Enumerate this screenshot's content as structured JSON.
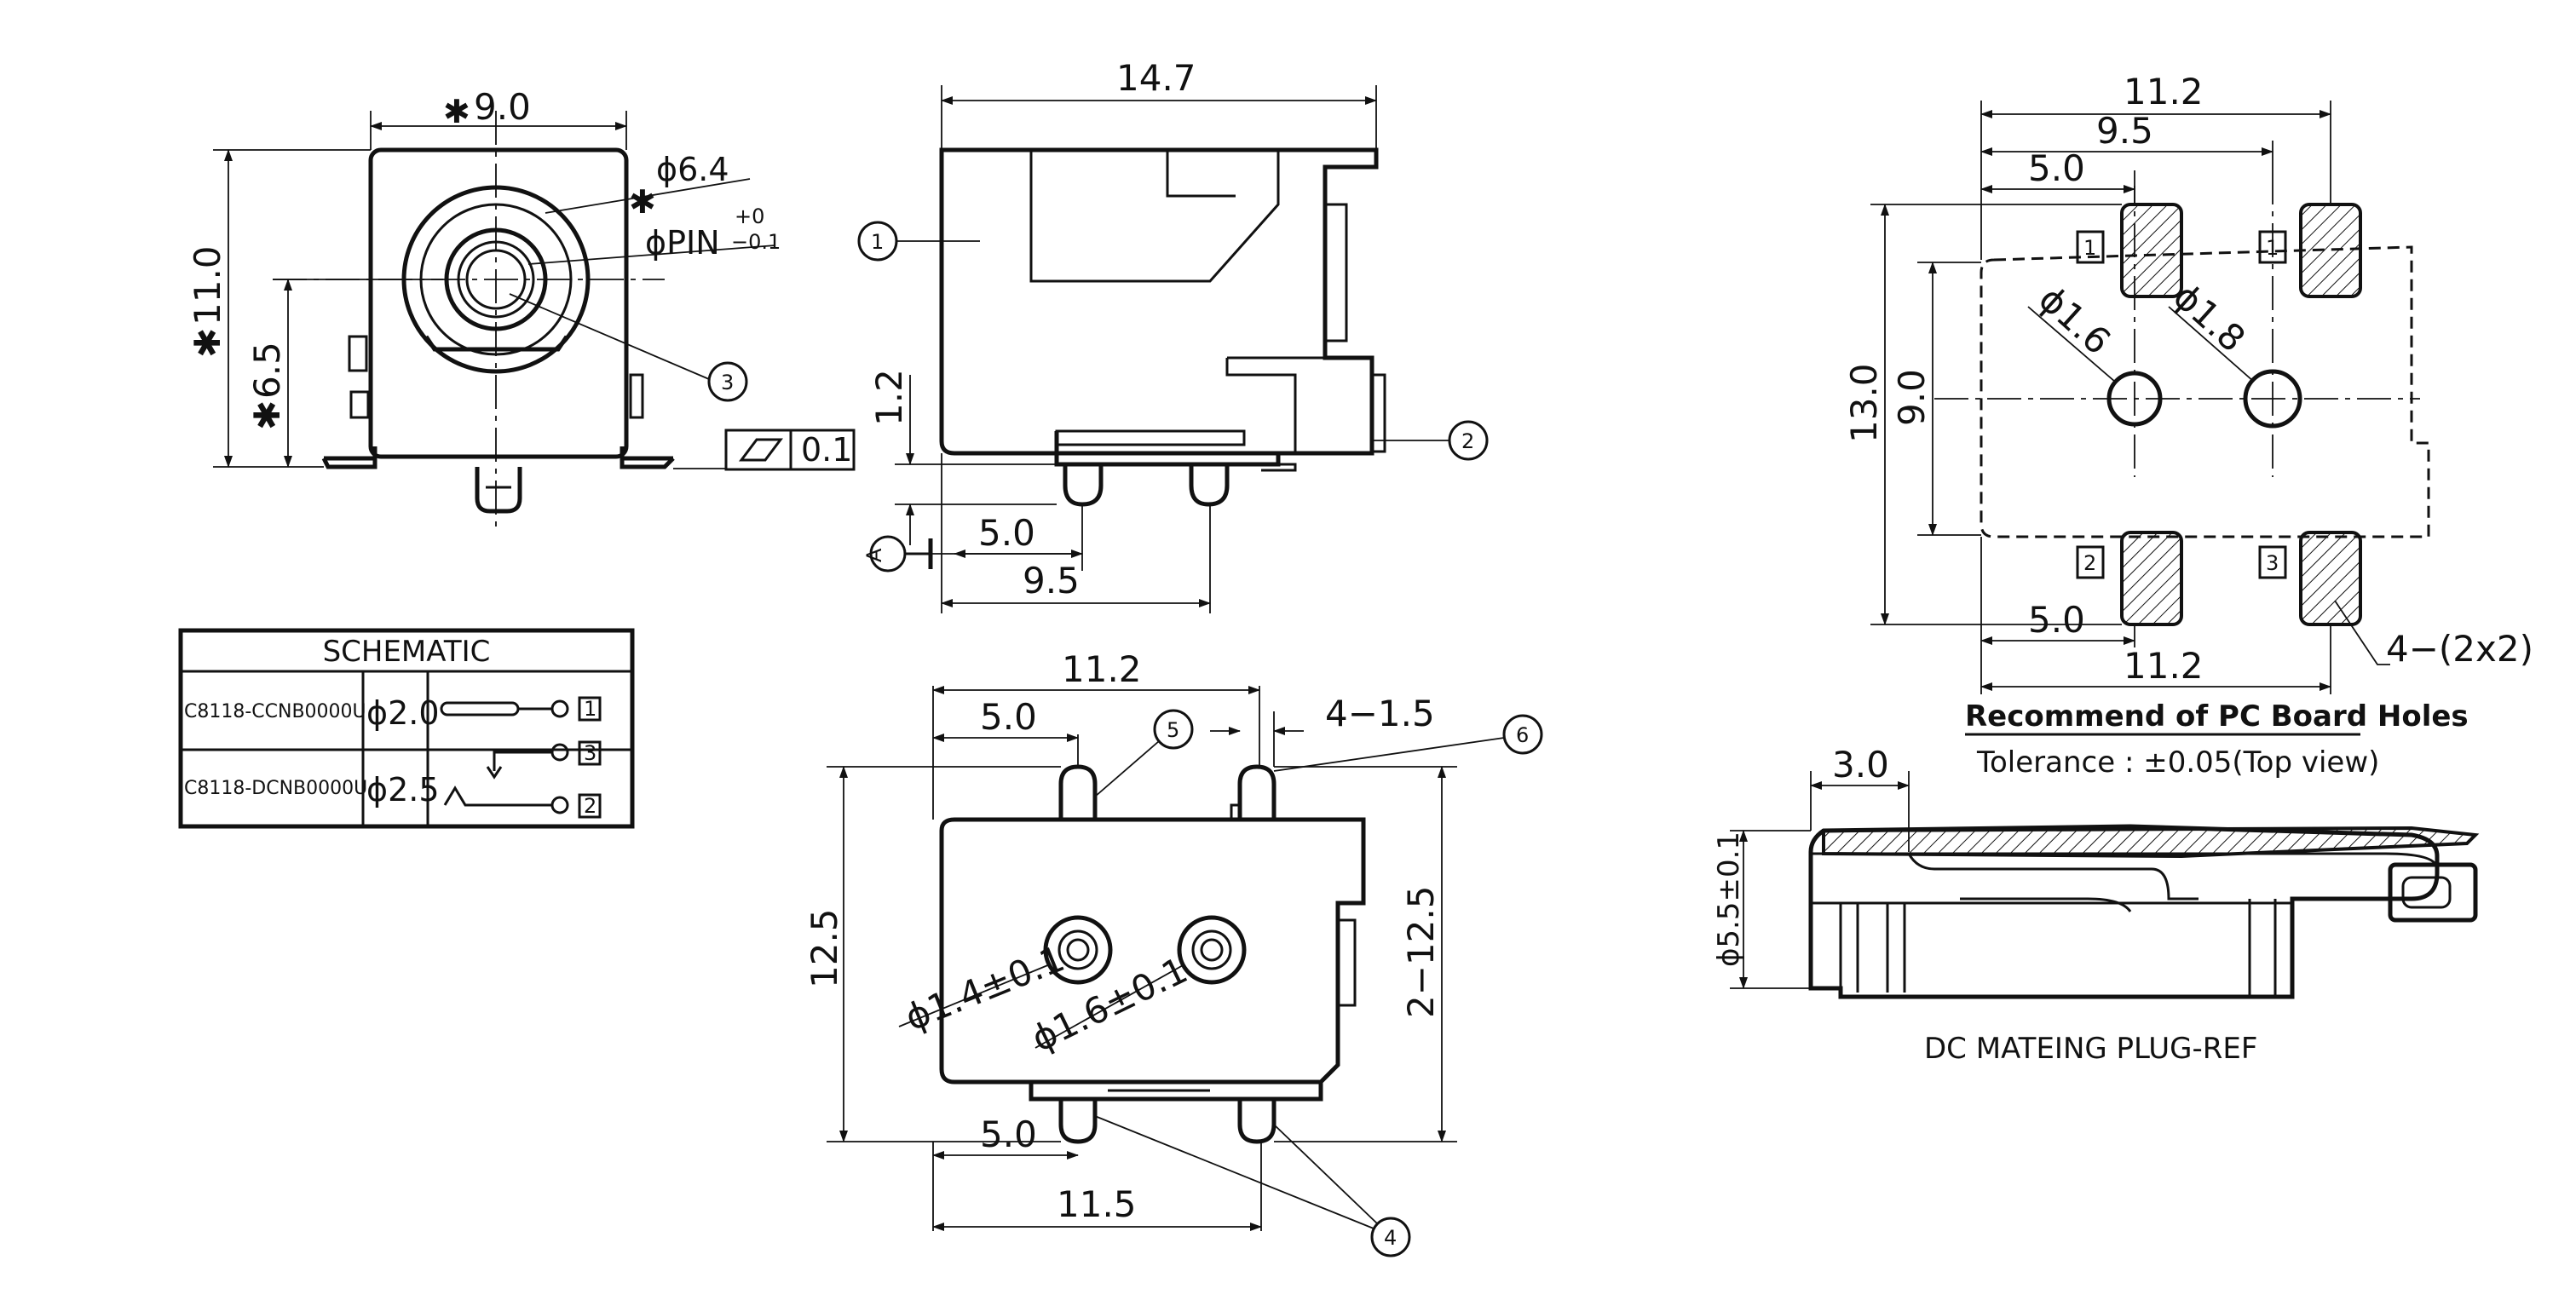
{
  "front_view": {
    "width": "9.0",
    "height": "11.0",
    "center_height": "6.5",
    "bore_diameter": "ϕ6.4",
    "pin_label": "ϕPIN",
    "pin_tol_upper": "+0",
    "pin_tol_lower": "−0.1",
    "asterisk": "✱",
    "callout_3": "3",
    "flatness": "0.1"
  },
  "side_view": {
    "length": "14.7",
    "standoff": "1.2",
    "pitch_a": "5.0",
    "pitch_b": "9.5",
    "datum": "A",
    "callout_1": "1",
    "callout_2": "2"
  },
  "schematic": {
    "title": "SCHEMATIC",
    "rows": [
      {
        "part": "C8118-CCNB0000U",
        "pin": "ϕ2.0"
      },
      {
        "part": "C8118-DCNB0000U",
        "pin": "ϕ2.5"
      }
    ],
    "terminals": [
      "1",
      "3",
      "2"
    ]
  },
  "bottom_view": {
    "width": "11.2",
    "offset": "5.0",
    "tab": "4−1.5",
    "height": "12.5",
    "height_2": "2−12.5",
    "hole_a": "ϕ1.4±0.1",
    "hole_b": "ϕ1.6±0.1",
    "lower_offset": "5.0",
    "lower_width": "11.5",
    "callout_4": "4",
    "callout_5": "5",
    "callout_6": "6"
  },
  "pcb_layout": {
    "width_top": "11.2",
    "pitch_mid": "9.5",
    "offset_top": "5.0",
    "height_outer": "13.0",
    "height_inner": "9.0",
    "hole_a": "ϕ1.6",
    "hole_b": "ϕ1.8",
    "pad_labels": [
      "1",
      "1",
      "2",
      "3"
    ],
    "offset_bottom": "5.0",
    "width_bottom": "11.2",
    "pad_count": "4−(2x2)",
    "title": "Recommend of PC Board Holes",
    "tolerance": "Tolerance : ±0.05(Top view)"
  },
  "plug": {
    "length": "3.0",
    "diameter": "ϕ5.5±0.1",
    "caption": "DC MATEING PLUG-REF"
  }
}
